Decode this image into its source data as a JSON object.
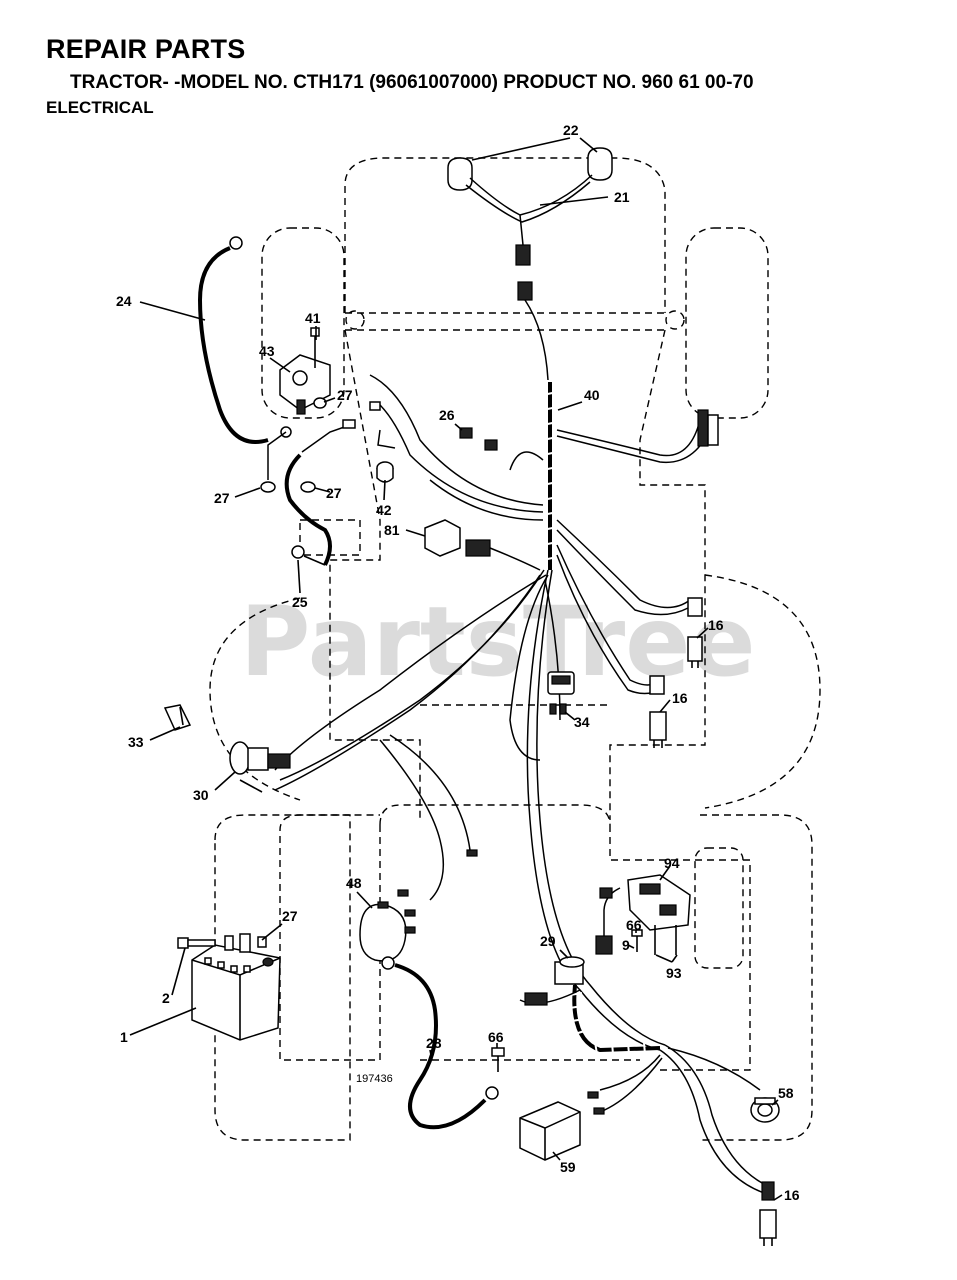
{
  "header": {
    "title": "REPAIR PARTS",
    "model_line": "TRACTOR- -MODEL NO. CTH171 (96061007000) PRODUCT NO. 960 61 00-70",
    "section": "ELECTRICAL"
  },
  "watermark": "PartsTree",
  "drawing_number": "197436",
  "callouts": [
    {
      "id": "c22",
      "text": "22"
    },
    {
      "id": "c21",
      "text": "21"
    },
    {
      "id": "c24",
      "text": "24"
    },
    {
      "id": "c41",
      "text": "41"
    },
    {
      "id": "c43",
      "text": "43"
    },
    {
      "id": "c27a",
      "text": "27"
    },
    {
      "id": "c26",
      "text": "26"
    },
    {
      "id": "c40",
      "text": "40"
    },
    {
      "id": "c27b",
      "text": "27"
    },
    {
      "id": "c27c",
      "text": "27"
    },
    {
      "id": "c42",
      "text": "42"
    },
    {
      "id": "c81",
      "text": "81"
    },
    {
      "id": "c25",
      "text": "25"
    },
    {
      "id": "c16a",
      "text": "16"
    },
    {
      "id": "c16b",
      "text": "16"
    },
    {
      "id": "c33",
      "text": "33"
    },
    {
      "id": "c34",
      "text": "34"
    },
    {
      "id": "c30",
      "text": "30"
    },
    {
      "id": "c94",
      "text": "94"
    },
    {
      "id": "c48",
      "text": "48"
    },
    {
      "id": "c27d",
      "text": "27"
    },
    {
      "id": "c66a",
      "text": "66"
    },
    {
      "id": "c29",
      "text": "29"
    },
    {
      "id": "c9",
      "text": "9"
    },
    {
      "id": "c93",
      "text": "93"
    },
    {
      "id": "c2",
      "text": "2"
    },
    {
      "id": "c1",
      "text": "1"
    },
    {
      "id": "c28",
      "text": "28"
    },
    {
      "id": "c66b",
      "text": "66"
    },
    {
      "id": "c58",
      "text": "58"
    },
    {
      "id": "c59",
      "text": "59"
    },
    {
      "id": "c16c",
      "text": "16"
    }
  ]
}
